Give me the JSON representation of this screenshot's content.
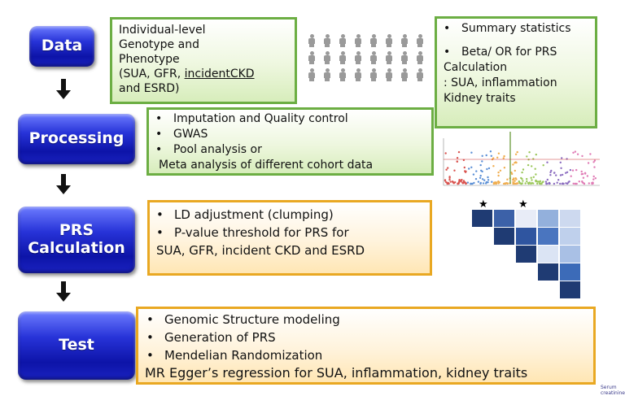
{
  "stages": [
    {
      "label": "Data"
    },
    {
      "label": "Processing"
    },
    {
      "label": "PRS Calculation"
    },
    {
      "label": "Test"
    }
  ],
  "data_box": {
    "lines": [
      "Individual-level",
      "Genotype and",
      "Phenotype",
      "(SUA, GFR, incidentCKD",
      "and ESRD)"
    ]
  },
  "summary_box": {
    "line1": "Summary statistics",
    "line2": "Beta/ OR for PRS",
    "line3": "Calculation",
    "line4": ": SUA, inflammation",
    "line5": "Kidney traits"
  },
  "processing_box": {
    "bullets": [
      "Imputation and Quality control",
      "GWAS",
      "Pool analysis or"
    ],
    "continuation": "Meta analysis of different cohort data"
  },
  "prs_box": {
    "bullets": [
      "LD adjustment (clumping)",
      "P-value threshold for PRS for"
    ],
    "continuation": "SUA, GFR, incident CKD  and ESRD"
  },
  "test_box": {
    "bullets": [
      "Genomic Structure modeling",
      "Generation of PRS",
      "Mendelian Randomization"
    ],
    "continuation": "MR Egger’s regression for SUA, inflammation, kidney traits"
  },
  "corner_label": "Serum creatinine",
  "icons": {
    "people": "person-icon",
    "arrow": "down-arrow-icon",
    "star": "star-icon"
  },
  "colors": {
    "stage_blue": "#1a22c0",
    "green_border": "#6cae43",
    "orange_border": "#e9a822",
    "heatmap_dark": "#1f3b73"
  }
}
